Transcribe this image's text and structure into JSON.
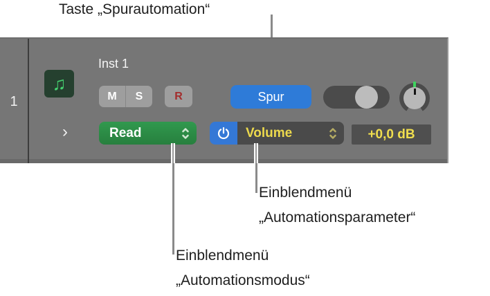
{
  "annotations": {
    "track_automation_button": "Taste „Spurautomation“",
    "parameter_menu_line1": "Einblendmenü",
    "parameter_menu_line2": "„Automationsparameter“",
    "mode_menu_line1": "Einblendmenü",
    "mode_menu_line2": "„Automationsmodus“"
  },
  "track": {
    "number": "1",
    "name": "Inst 1",
    "mute_label": "M",
    "solo_label": "S",
    "record_label": "R",
    "automation_button_label": "Spur",
    "automation_mode": "Read",
    "automation_parameter": "Volume",
    "parameter_value": "+0,0 dB"
  },
  "icons": {
    "music_note_glyph": "♫",
    "disclosure_glyph": "›"
  },
  "colors": {
    "panel_bg": "#767676",
    "spur_blue": "#2e7bd8",
    "read_green": "#2b8f45",
    "power_blue": "#3478d6",
    "value_yellow": "#f0de4e",
    "record_red": "#a32d2d",
    "note_green": "#45d06f",
    "callout_line_gray": "#8a8a8a"
  }
}
